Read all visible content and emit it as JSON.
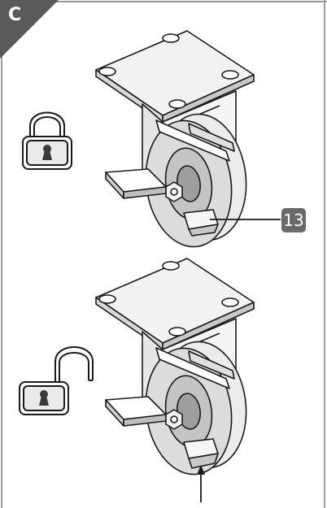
{
  "panel": {
    "letter": "C",
    "callout_number": "13"
  },
  "icons": {
    "top_left": "padlock-locked-icon",
    "bottom_left": "padlock-unlocked-icon",
    "top_caster": "caster-wheel-icon",
    "bottom_caster": "caster-wheel-icon",
    "pointer_top": "leader-line",
    "pointer_bottom": "arrow-up-icon"
  },
  "colors": {
    "tag": "#5a5a5a",
    "callout": "#6a6a6a",
    "line": "#1a1a1a",
    "fill_light": "#f2f2f2",
    "fill_mid": "#dadada",
    "fill_dark": "#bdbdbd"
  }
}
